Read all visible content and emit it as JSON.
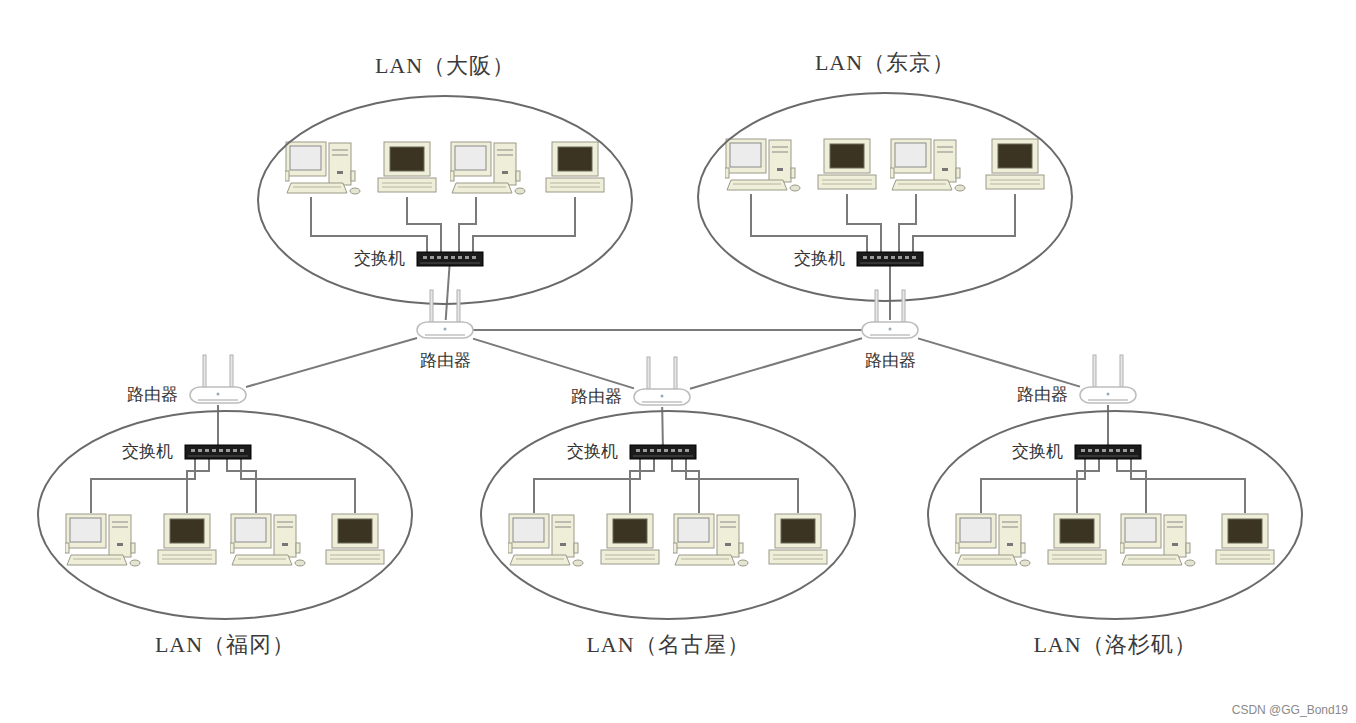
{
  "diagram": {
    "nodes": [
      {
        "text": [
          "LAN（大阪）"
        ]
      },
      {
        "text": [
          "交换机"
        ],
        "in": 0
      },
      {
        "text": [
          "LAN（东京）"
        ]
      },
      {
        "text": [
          "交换机"
        ],
        "in": 2
      },
      {
        "text": [
          "路由器"
        ]
      },
      {
        "text": [
          "路由器"
        ]
      },
      {
        "text": [
          "路由器"
        ]
      },
      {
        "text": [
          "LAN（福冈）"
        ]
      },
      {
        "text": [
          "交换机"
        ],
        "in": 7
      },
      {
        "text": [
          "路由器"
        ]
      },
      {
        "text": [
          "LAN（名古屋）"
        ]
      },
      {
        "text": [
          "交换机"
        ],
        "in": 10
      },
      {
        "text": [
          "路由器"
        ]
      },
      {
        "text": [
          "LAN（洛杉矶）"
        ]
      },
      {
        "text": [
          "交换机"
        ],
        "in": 13
      }
    ],
    "edges": [
      {
        "from": 1,
        "to": 4,
        "arrow": "none"
      },
      {
        "from": 3,
        "to": 5,
        "arrow": "none"
      },
      {
        "from": 4,
        "to": 5,
        "arrow": "none"
      },
      {
        "from": 4,
        "to": 6,
        "arrow": "none"
      },
      {
        "from": 4,
        "to": 9,
        "arrow": "none"
      },
      {
        "from": 5,
        "to": 9,
        "arrow": "none"
      },
      {
        "from": 5,
        "to": 12,
        "arrow": "none"
      },
      {
        "from": 6,
        "to": 8,
        "arrow": "none"
      },
      {
        "from": 9,
        "to": 11,
        "arrow": "none"
      },
      {
        "from": 12,
        "to": 14,
        "arrow": "none"
      }
    ],
    "labels": [
      "CSDN @GG_Bond19"
    ]
  }
}
